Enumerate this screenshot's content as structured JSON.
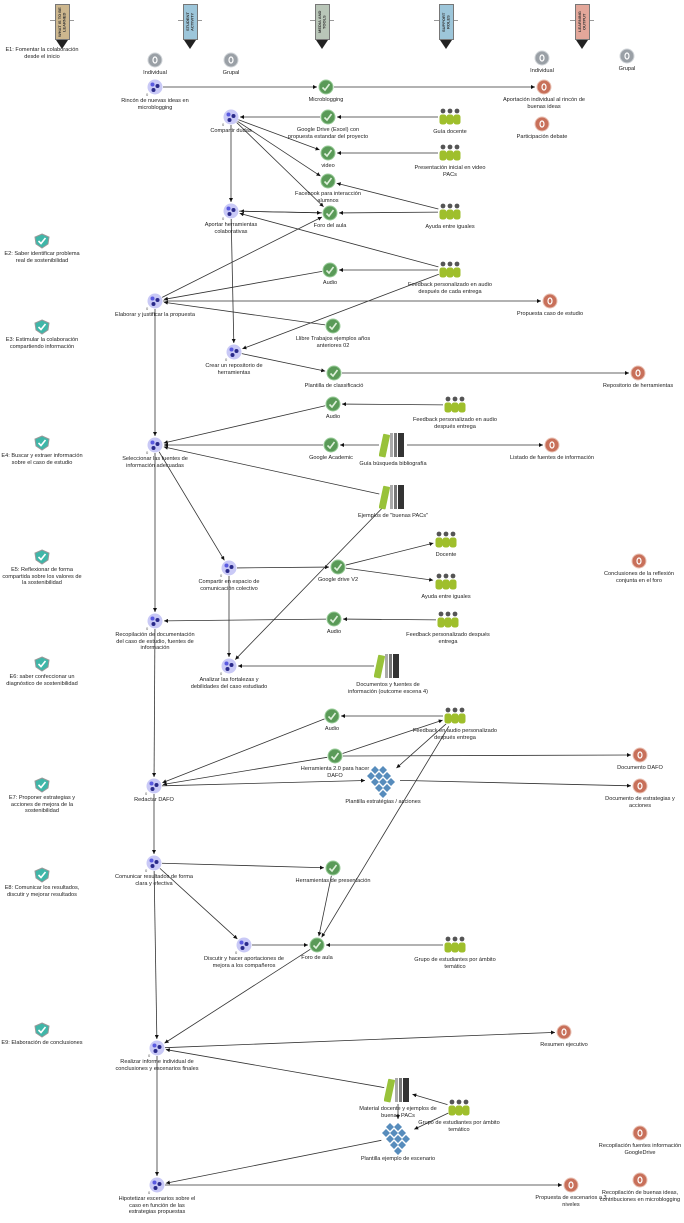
{
  "headers": [
    {
      "label": "WHAT IS TO BE LEARNED",
      "color": "#cdb78e"
    },
    {
      "label": "STUDENT ACTIVITY",
      "color": "#9dc6da"
    },
    {
      "label": "MEDIA AND TOOLS",
      "color": "#b9c6b8"
    },
    {
      "label": "SUPPORT ROLES",
      "color": "#9dc6da"
    },
    {
      "label": "LEARNING OUTPUT",
      "color": "#e3a79a"
    }
  ],
  "colors": {
    "activity": "#5a5ae0",
    "tool": "#5a9a58",
    "output": "#c8705a",
    "objective": "#3fb6a8",
    "people": "#9fbf2c",
    "grey": "#9aa0a6",
    "template": "#3a78b0"
  },
  "nodes": [
    {
      "id": "o1",
      "type": "text",
      "label": "E1: Fomentar la colaboración desde el inicio"
    },
    {
      "id": "o2",
      "type": "objective",
      "label": "E2: Saber identificar problema real de sostenibilidad"
    },
    {
      "id": "o3",
      "type": "objective",
      "label": "E3: Estimular la colaboración compartiendo información"
    },
    {
      "id": "o4",
      "type": "objective",
      "label": "E4: Buscar y extraer información sobre el caso de estudio"
    },
    {
      "id": "o5",
      "type": "objective",
      "label": "E5: Reflexionar de forma compartida sobre los valores de la sostenibilidad"
    },
    {
      "id": "o6",
      "type": "objective",
      "label": "E6: saber confeccionar un diagnóstico de sostenibilidad"
    },
    {
      "id": "o7",
      "type": "objective",
      "label": "E7: Proponer estrategias y acciones de mejora de la sostenibilidad"
    },
    {
      "id": "o8",
      "type": "objective",
      "label": "E8: Comunicar los resultados, discutir y mejorar resultados"
    },
    {
      "id": "o9",
      "type": "objective",
      "label": "E9: Elaboración de conclusiones"
    },
    {
      "id": "g1",
      "type": "grey",
      "label": "Individual"
    },
    {
      "id": "g2",
      "type": "grey",
      "label": "Grupal"
    },
    {
      "id": "g3",
      "type": "grey",
      "label": "Individual"
    },
    {
      "id": "g4",
      "type": "grey",
      "label": "Grupal"
    },
    {
      "id": "a1",
      "type": "activity",
      "label": "Rincón de nuevas ideas en microblogging"
    },
    {
      "id": "a2",
      "type": "activity",
      "label": "Compartir dudas"
    },
    {
      "id": "a3",
      "type": "activity",
      "label": "Aportar herramientas colaborativas"
    },
    {
      "id": "a4",
      "type": "activity",
      "label": "Elaborar y justificar la propuesta"
    },
    {
      "id": "a5",
      "type": "activity",
      "label": "Crear un repositorio de herramientas"
    },
    {
      "id": "a6",
      "type": "activity",
      "label": "Seleccionar las fuentes de información adecuadas"
    },
    {
      "id": "a7",
      "type": "activity",
      "label": "Compartir en espacio de comunicación colectivo"
    },
    {
      "id": "a8",
      "type": "activity",
      "label": "Recopilación de documentación del caso de estudio, fuentes de información"
    },
    {
      "id": "a9",
      "type": "activity",
      "label": "Analizar las fortalezas y debilidades del caso estudiado"
    },
    {
      "id": "a10",
      "type": "activity",
      "label": "Redactar DAFO"
    },
    {
      "id": "a11",
      "type": "activity",
      "label": "Comunicar resultados de forma clara y efectiva"
    },
    {
      "id": "a12",
      "type": "activity",
      "label": "Discutir y hacer aportaciones de mejora a los compañeros"
    },
    {
      "id": "a13",
      "type": "activity",
      "label": "Realizar informe individual de conclusiones y escenarios finales"
    },
    {
      "id": "a14",
      "type": "activity",
      "label": "Hipotetizar escenarios sobre el caso en función de las estrategias propuestas"
    },
    {
      "id": "t1",
      "type": "tool",
      "label": "Microblogging"
    },
    {
      "id": "t2",
      "type": "tool",
      "label": "Google Drive (Excel) con propuesta estandar del proyecto"
    },
    {
      "id": "t3",
      "type": "tool",
      "label": "video"
    },
    {
      "id": "t4",
      "type": "tool",
      "label": "Facebook para interacción alumnos"
    },
    {
      "id": "t5",
      "type": "tool",
      "label": "Foro del aula"
    },
    {
      "id": "t6",
      "type": "tool",
      "label": "Audio"
    },
    {
      "id": "t7",
      "type": "tool",
      "label": "Llibre Trabajos ejemplos años anteriores 02"
    },
    {
      "id": "t8",
      "type": "tool",
      "label": "Plantilla de classificació"
    },
    {
      "id": "t9",
      "type": "tool",
      "label": "Audio"
    },
    {
      "id": "t10",
      "type": "tool",
      "label": "Google Academic"
    },
    {
      "id": "t11",
      "type": "tool",
      "label": "Google drive V2"
    },
    {
      "id": "t12",
      "type": "tool",
      "label": "Audio"
    },
    {
      "id": "t13",
      "type": "tool",
      "label": "Audio"
    },
    {
      "id": "t14",
      "type": "tool",
      "label": "Herramienta 2.0 para hacer DAFO"
    },
    {
      "id": "t15",
      "type": "tool",
      "label": "Herramientas de presentación"
    },
    {
      "id": "t16",
      "type": "tool",
      "label": "Foro de aula"
    },
    {
      "id": "b1",
      "type": "book",
      "label": "Guía búsqueda bibliografía"
    },
    {
      "id": "b2",
      "type": "book",
      "label": "Ejemplos de \"buenas PACs\""
    },
    {
      "id": "b3",
      "type": "book",
      "label": "Documentos y fuentes de información (outcome escena 4)"
    },
    {
      "id": "b4",
      "type": "book",
      "label": "Material docente y ejemplos de buenas PACs"
    },
    {
      "id": "p1",
      "type": "template",
      "label": "Plantilla estratégias / acciones"
    },
    {
      "id": "p2",
      "type": "template",
      "label": "Plantilla ejemplo de escenario"
    },
    {
      "id": "s1",
      "type": "people",
      "label": "Guía docente"
    },
    {
      "id": "s2",
      "type": "people",
      "label": "Presentación inicial en video PACs"
    },
    {
      "id": "s3",
      "type": "people",
      "label": "Ayuda entre iguales"
    },
    {
      "id": "s4",
      "type": "people",
      "label": "Feedback personalizado en audio después de cada entrega"
    },
    {
      "id": "s5",
      "type": "people",
      "label": "Feedback personalizado en audio después entrega"
    },
    {
      "id": "s6",
      "type": "people",
      "label": "Docente"
    },
    {
      "id": "s7",
      "type": "people",
      "label": "Ayuda entre iguales"
    },
    {
      "id": "s8",
      "type": "people",
      "label": "Feedback  personalizado después entrega"
    },
    {
      "id": "s9",
      "type": "people",
      "label": "Feedback en audio personalizado después entrega"
    },
    {
      "id": "s10",
      "type": "people",
      "label": "Grupo de estudiantes por ámbito temático"
    },
    {
      "id": "s11",
      "type": "people",
      "label": "Grupo de estudiantes por ámbito temático"
    },
    {
      "id": "r1",
      "type": "output",
      "label": "Aportación individual al rincón de buenas ideas"
    },
    {
      "id": "r2",
      "type": "output",
      "label": "Participación debate"
    },
    {
      "id": "r3",
      "type": "output",
      "label": "Propuesta caso de estudio"
    },
    {
      "id": "r4",
      "type": "output",
      "label": "Repositorio de herramientas"
    },
    {
      "id": "r5",
      "type": "output",
      "label": "Listado de fuentes de información"
    },
    {
      "id": "r6",
      "type": "output",
      "label": "Conclusiones de la reflexión conjunta en el foro"
    },
    {
      "id": "r7",
      "type": "output",
      "label": "Documento DAFO"
    },
    {
      "id": "r8",
      "type": "output",
      "label": "Documento de estrategias y acciones"
    },
    {
      "id": "r9",
      "type": "output",
      "label": "Resumen ejecutivo"
    },
    {
      "id": "r10",
      "type": "output",
      "label": "Recopilación fuentes información GoogleDrive"
    },
    {
      "id": "r11",
      "type": "output",
      "label": "Propuesta de escenarios a 3 niveles"
    },
    {
      "id": "r12",
      "type": "output",
      "label": "Recopilación de buenas ideas, contribuciones en microblogging"
    }
  ],
  "edges": [
    [
      "a1",
      "t1"
    ],
    [
      "t1",
      "r1"
    ],
    [
      "t2",
      "a2"
    ],
    [
      "s1",
      "t2"
    ],
    [
      "s2",
      "t3"
    ],
    [
      "a2",
      "a3"
    ],
    [
      "a2",
      "t3"
    ],
    [
      "a2",
      "t4"
    ],
    [
      "a2",
      "t5"
    ],
    [
      "s3",
      "t4"
    ],
    [
      "s3",
      "t5"
    ],
    [
      "t5",
      "a3"
    ],
    [
      "a3",
      "t5"
    ],
    [
      "s4",
      "a3"
    ],
    [
      "a4",
      "t5"
    ],
    [
      "t6",
      "a4"
    ],
    [
      "s4",
      "t6"
    ],
    [
      "a4",
      "r3"
    ],
    [
      "t7",
      "a4"
    ],
    [
      "s4",
      "a5"
    ],
    [
      "a3",
      "a5"
    ],
    [
      "a5",
      "t8"
    ],
    [
      "t8",
      "r4"
    ],
    [
      "a4",
      "a6"
    ],
    [
      "t9",
      "a6"
    ],
    [
      "s5",
      "t9"
    ],
    [
      "t10",
      "a6"
    ],
    [
      "b1",
      "t10"
    ],
    [
      "b1",
      "r5"
    ],
    [
      "b2",
      "a6"
    ],
    [
      "a6",
      "a7"
    ],
    [
      "a6",
      "a8"
    ],
    [
      "a7",
      "t11"
    ],
    [
      "t11",
      "s6"
    ],
    [
      "t11",
      "s7"
    ],
    [
      "a7",
      "a9"
    ],
    [
      "b2",
      "a9"
    ],
    [
      "t12",
      "a8"
    ],
    [
      "s8",
      "t12"
    ],
    [
      "b3",
      "a9"
    ],
    [
      "a8",
      "a10"
    ],
    [
      "t13",
      "a10"
    ],
    [
      "s9",
      "t13"
    ],
    [
      "t14",
      "a10"
    ],
    [
      "t14",
      "s9"
    ],
    [
      "s9",
      "p1"
    ],
    [
      "a10",
      "p1"
    ],
    [
      "p1",
      "r8"
    ],
    [
      "t14",
      "r7"
    ],
    [
      "a10",
      "a11"
    ],
    [
      "a11",
      "t15"
    ],
    [
      "a11",
      "a12"
    ],
    [
      "a12",
      "t16"
    ],
    [
      "t15",
      "t16"
    ],
    [
      "s9",
      "t16"
    ],
    [
      "s10",
      "t16"
    ],
    [
      "t16",
      "a13"
    ],
    [
      "a11",
      "a13"
    ],
    [
      "a13",
      "r9"
    ],
    [
      "b4",
      "a13"
    ],
    [
      "b4",
      "p2"
    ],
    [
      "s11",
      "b4"
    ],
    [
      "s11",
      "p2"
    ],
    [
      "p2",
      "a14"
    ],
    [
      "a13",
      "a14"
    ],
    [
      "a14",
      "r11"
    ]
  ]
}
